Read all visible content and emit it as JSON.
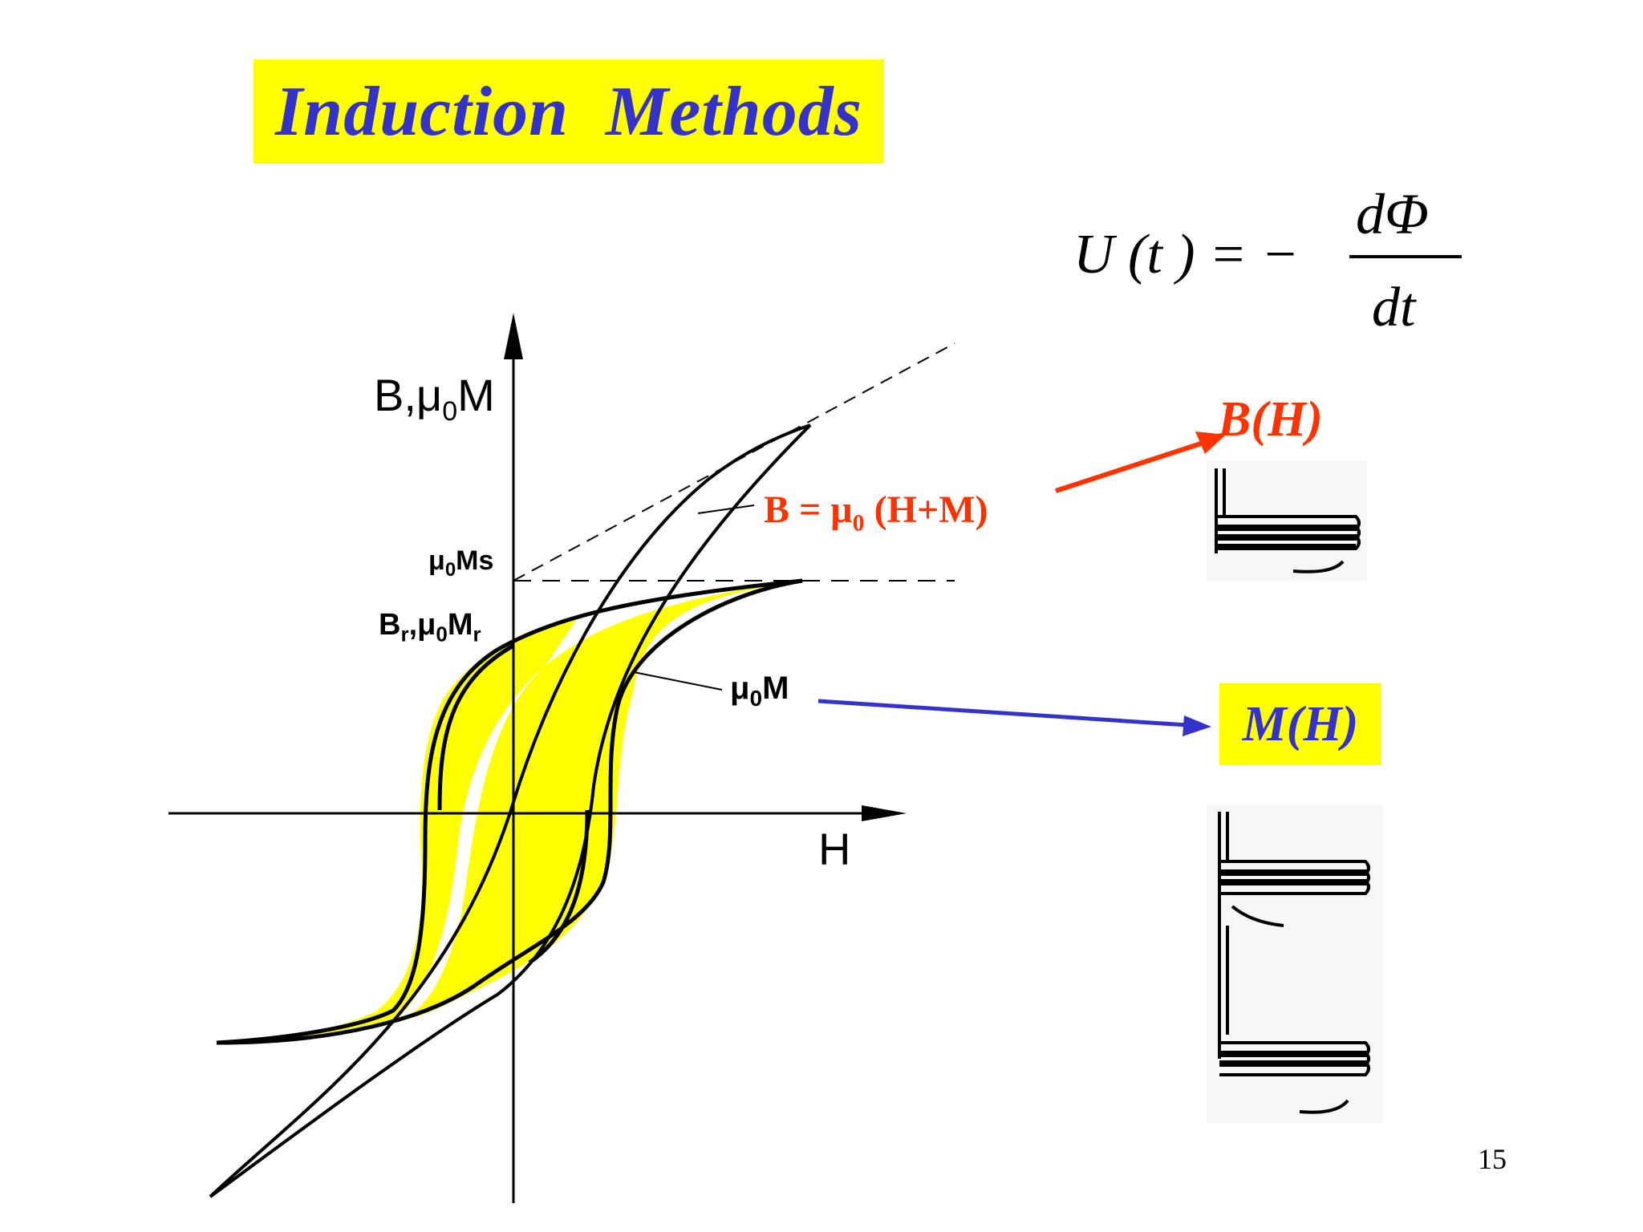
{
  "slide": {
    "title": "Induction  Methods",
    "page_number": "15"
  },
  "formula": {
    "lhs": "U (t ) = −",
    "numerator": "dΦ",
    "denominator": "dt"
  },
  "diagram": {
    "y_axis_label": {
      "main": "B,μ",
      "sub": "0",
      "tail": "M"
    },
    "x_axis_label": "H",
    "saturation_label": {
      "main": "μ",
      "sub": "0",
      "tail": "Ms"
    },
    "remanence_label": {
      "main": "B",
      "sub1": "r",
      "mid": ",μ",
      "sub2": "0",
      "tail": "M",
      "sub3": "r"
    },
    "magnetization_label": {
      "main": "μ",
      "sub": "0",
      "tail": "M"
    },
    "b_equation": {
      "pre": "B = μ",
      "sub": "0",
      "post": " (H+M)"
    }
  },
  "methods": {
    "b_of_h": "B(H)",
    "m_of_h": "M(H)"
  },
  "colors": {
    "title_bg": "#ffff00",
    "title_text": "#3333cc",
    "loop_fill": "#ffff00",
    "b_arrow": "#ff3300",
    "m_arrow": "#3333cc",
    "mh_bg": "#ffff00"
  }
}
